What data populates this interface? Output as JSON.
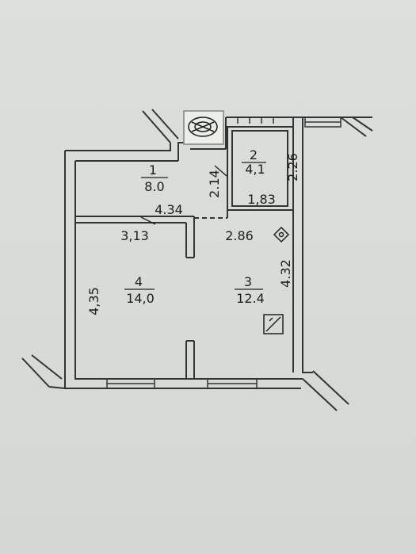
{
  "rooms": [
    {
      "id": "1",
      "area": "8.0"
    },
    {
      "id": "2",
      "area": "4,1"
    },
    {
      "id": "3",
      "area": "12.4"
    },
    {
      "id": "4",
      "area": "14,0"
    }
  ],
  "dimensions": {
    "room1_height": "2.14",
    "room2_height": "2.26",
    "room2_width": "1,83",
    "room1_width": "4.34",
    "room4_width": "3,13",
    "room3_width": "2.86",
    "room4_height": "4,35",
    "room3_height": "4.32"
  },
  "icons": {
    "room3_symbol": "stove-icon",
    "room2_symbol": "ventilation-icon",
    "room1_symbol": "bathtub-icon"
  }
}
